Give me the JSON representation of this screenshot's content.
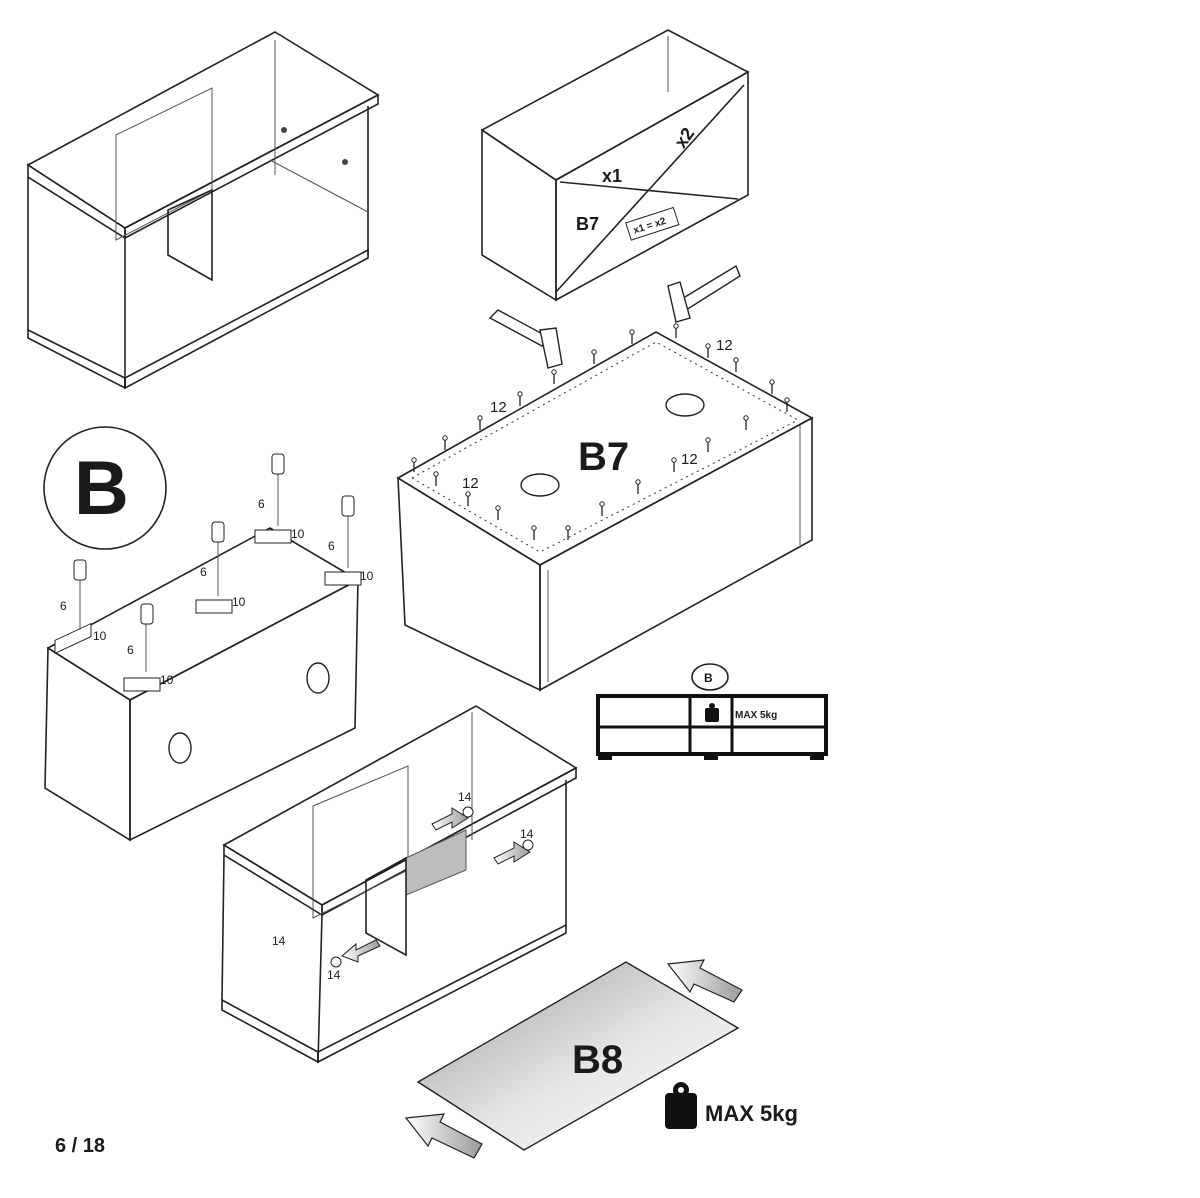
{
  "step_badge": "B",
  "page_number": "6 / 18",
  "panels": {
    "b7": "B7",
    "b8": "B8"
  },
  "diagonal_check": {
    "diagonal_1": "x1",
    "diagonal_2": "x2",
    "condition": "x1 = x2"
  },
  "counts": {
    "nails_a": "12",
    "nails_b": "12",
    "nails_c": "12",
    "nails_d": "12",
    "dowel": "6",
    "screw": "10",
    "pin": "14"
  },
  "load_limit": {
    "legend_label": "MAX 5kg",
    "shelf_label": "MAX 5kg",
    "legend_badge": "B"
  },
  "icons": [
    "hammer-icon",
    "weight-icon",
    "screwdriver-icon",
    "arrow-icon"
  ],
  "colors": {
    "panel_gray": "#c8c8c8",
    "line": "#222222"
  }
}
